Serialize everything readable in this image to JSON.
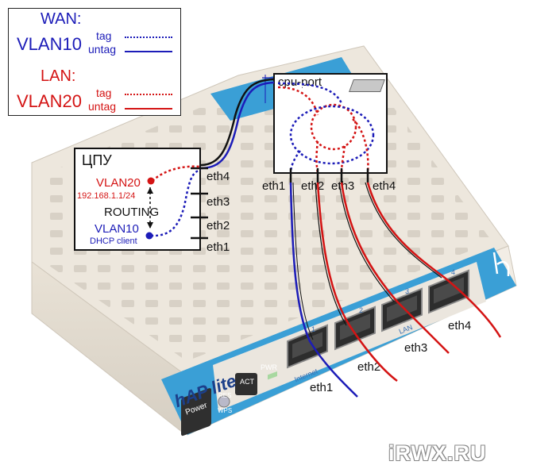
{
  "legend": {
    "wan_head": "WAN:",
    "wan_vlan": "VLAN10",
    "lan_head": "LAN:",
    "lan_vlan": "VLAN20",
    "tag": "tag",
    "untag": "untag"
  },
  "cpu_box": {
    "title": "ЦПУ",
    "vlan20": "VLAN20",
    "vlan20_ip": "192.168.1.1/24",
    "routing": "ROUTING",
    "vlan10": "VLAN10",
    "vlan10_note": "DHCP client",
    "ports": [
      "eth4",
      "eth3",
      "eth2",
      "eth1"
    ]
  },
  "switch_chip": {
    "title": "cpu-port",
    "ports": [
      "eth1",
      "eth2",
      "eth3",
      "eth4"
    ]
  },
  "cables": {
    "eth1": "eth1",
    "eth2": "eth2",
    "eth3": "eth3",
    "eth4": "eth4"
  },
  "device": {
    "brand": "hAP lite",
    "top_label": "lite",
    "power": "Power",
    "res": "RES",
    "wps": "WPS",
    "act": "ACT",
    "pwr": "PWR",
    "internet": "Internet",
    "lan": "LAN",
    "port_nums": [
      "1",
      "2",
      "3",
      "4"
    ]
  },
  "colors": {
    "wan": "#1c1cb8",
    "lan": "#d41414",
    "device_accent": "#3a9fd6",
    "device_body": "#ece6dc"
  },
  "watermark": "iRWX.RU"
}
